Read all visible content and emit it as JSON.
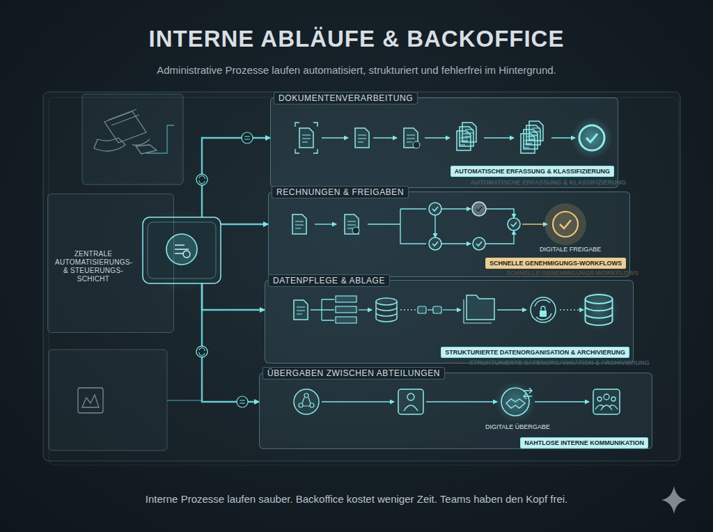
{
  "diagram": {
    "title": "INTERNE ABLÄUFE & BACKOFFICE",
    "caption": "Interne Prozesse laufen sauber. Backoffice kostet weniger Zeit. Teams haben den Kopf frei.",
    "nodes": [
      {
        "text": [
          "ZENTRALE AUTOMATISIERUNGS- & STEUERUNGS- SCHICHT"
        ]
      },
      {
        "text": [
          "DOKUMENTENVERARBEITUNG"
        ]
      },
      {
        "text": [
          "AUTOMATISCHE ERFASSUNG & KLASSIFIZIERUNG"
        ],
        "in": 1
      },
      {
        "text": [
          "RECHNUNGEN & FREIGABEN"
        ]
      },
      {
        "text": [
          "SCHNELLE GENEHMIGUNGS-WORKFLOWS"
        ],
        "in": 3
      },
      {
        "text": [
          "DATENPFLEGE & ABLAGE"
        ]
      },
      {
        "text": [
          "STRUKTURIERTE DATENORGANISATION & ARCHIVIERUNG"
        ],
        "in": 5
      },
      {
        "text": [
          "ÜBERGABEN ZWISCHEN ABTEILUNGEN"
        ]
      },
      {
        "text": [
          "NAHTLOSE INTERNE KOMMUNIKATION"
        ],
        "in": 7
      }
    ],
    "edges": [
      {
        "from": 0,
        "to": 1,
        "arrow": "to"
      },
      {
        "from": 0,
        "to": 3,
        "arrow": "to"
      },
      {
        "from": 0,
        "to": 5,
        "arrow": "to"
      },
      {
        "from": 0,
        "to": 7,
        "arrow": "to"
      }
    ],
    "labels": [
      "Administrative Prozesse laufen automatisiert, strukturiert und fehlerfrei im Hintergrund.",
      "AUTOMATISCHE ERFASSUNG & KLASSIFIZIERUNG",
      "DIGITALE FREIGABE",
      "SCHNELLE GENEHMIGUNGS-WORKFLOWS",
      "STRUKTURIERTE DATENORGANISATION & ARCHIVIERUNG",
      "DIGITALE ÜBERGABE"
    ]
  }
}
